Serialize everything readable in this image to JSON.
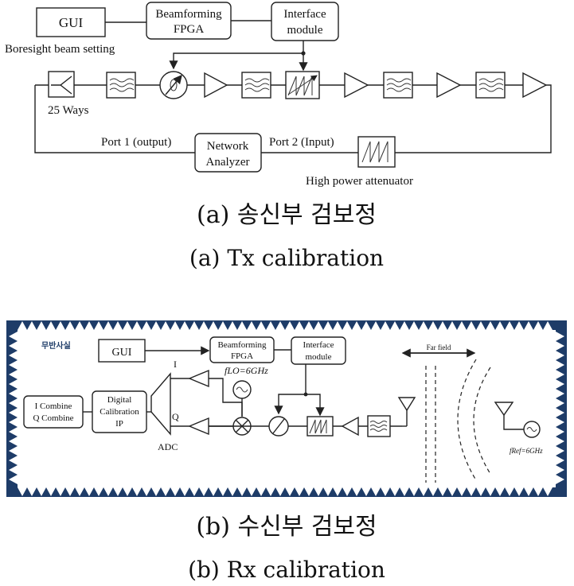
{
  "tx": {
    "gui": "GUI",
    "fpga_line1": "Beamforming",
    "fpga_line2": "FPGA",
    "iface_line1": "Interface",
    "iface_line2": "module",
    "boresight": "Boresight beam setting",
    "ways": "25 Ways",
    "port1": "Port 1 (output)",
    "port2": "Port 2 (Input)",
    "na_line1": "Network",
    "na_line2": "Analyzer",
    "attenuator": "High power attenuator",
    "caption_kr": "(a) 송신부 검보정",
    "caption_en": "(a) Tx calibration"
  },
  "rx": {
    "room": "무반사실",
    "gui": "GUI",
    "fpga_line1": "Beamforming",
    "fpga_line2": "FPGA",
    "iface_line1": "Interface",
    "iface_line2": "module",
    "lo": "fLO=6GHz",
    "i_label": "I",
    "q_label": "Q",
    "adc": "ADC",
    "combine_line1": "I Combine",
    "combine_line2": "Q Combine",
    "dcal_line1": "Digital",
    "dcal_line2": "Calibration",
    "dcal_line3": "IP",
    "far_field": "Far field",
    "ref": "fRef=6GHz",
    "caption_kr": "(b) 수신부 검보정",
    "caption_en": "(b) Rx calibration"
  },
  "colors": {
    "chamber": "#1e3c68",
    "line": "#222222"
  }
}
